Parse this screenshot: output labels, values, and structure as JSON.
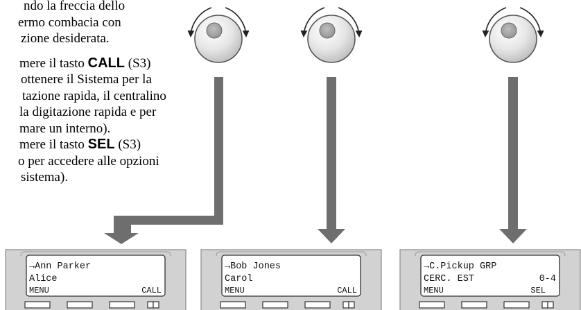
{
  "instructions": {
    "lines": [
      "ndo la freccia dello",
      "ermo combacia con",
      "zione desiderata.",
      "",
      "mere il tasto ",
      " ottenere il Sistema per la",
      "tazione rapida, il centralino",
      "la digitazione rapida e per",
      "mare un interno).",
      "mere il tasto ",
      "o per accedere alle opzioni",
      "sistema)."
    ],
    "key_call": "CALL",
    "key_sel": "SEL",
    "s3_suffix": " (S3)"
  },
  "displays": [
    {
      "line1": "→Ann Parker",
      "line2": " Alice",
      "line3_left": " MENU",
      "line3_right": "CALL"
    },
    {
      "line1": "→Bob Jones",
      "line2": " Carol",
      "line3_left": " MENU",
      "line3_right": "CALL"
    },
    {
      "line1": "→C.Pickup GRP",
      "line2": " CERC. EST",
      "line2_right": "0-4",
      "line3_left": " MENU",
      "line3_right": "SEL"
    }
  ],
  "colors": {
    "arrow": "#6e6e6e",
    "panel": "#d2d2d2",
    "panel_stroke": "#777777",
    "lcd_bg": "#ffffff",
    "knob_light": "#f4f4f4",
    "knob_dark": "#bdbdbd"
  },
  "icons": {
    "jog_dial": "jog-dial-icon",
    "rotation_arrows": "rotation-arrows-icon"
  }
}
